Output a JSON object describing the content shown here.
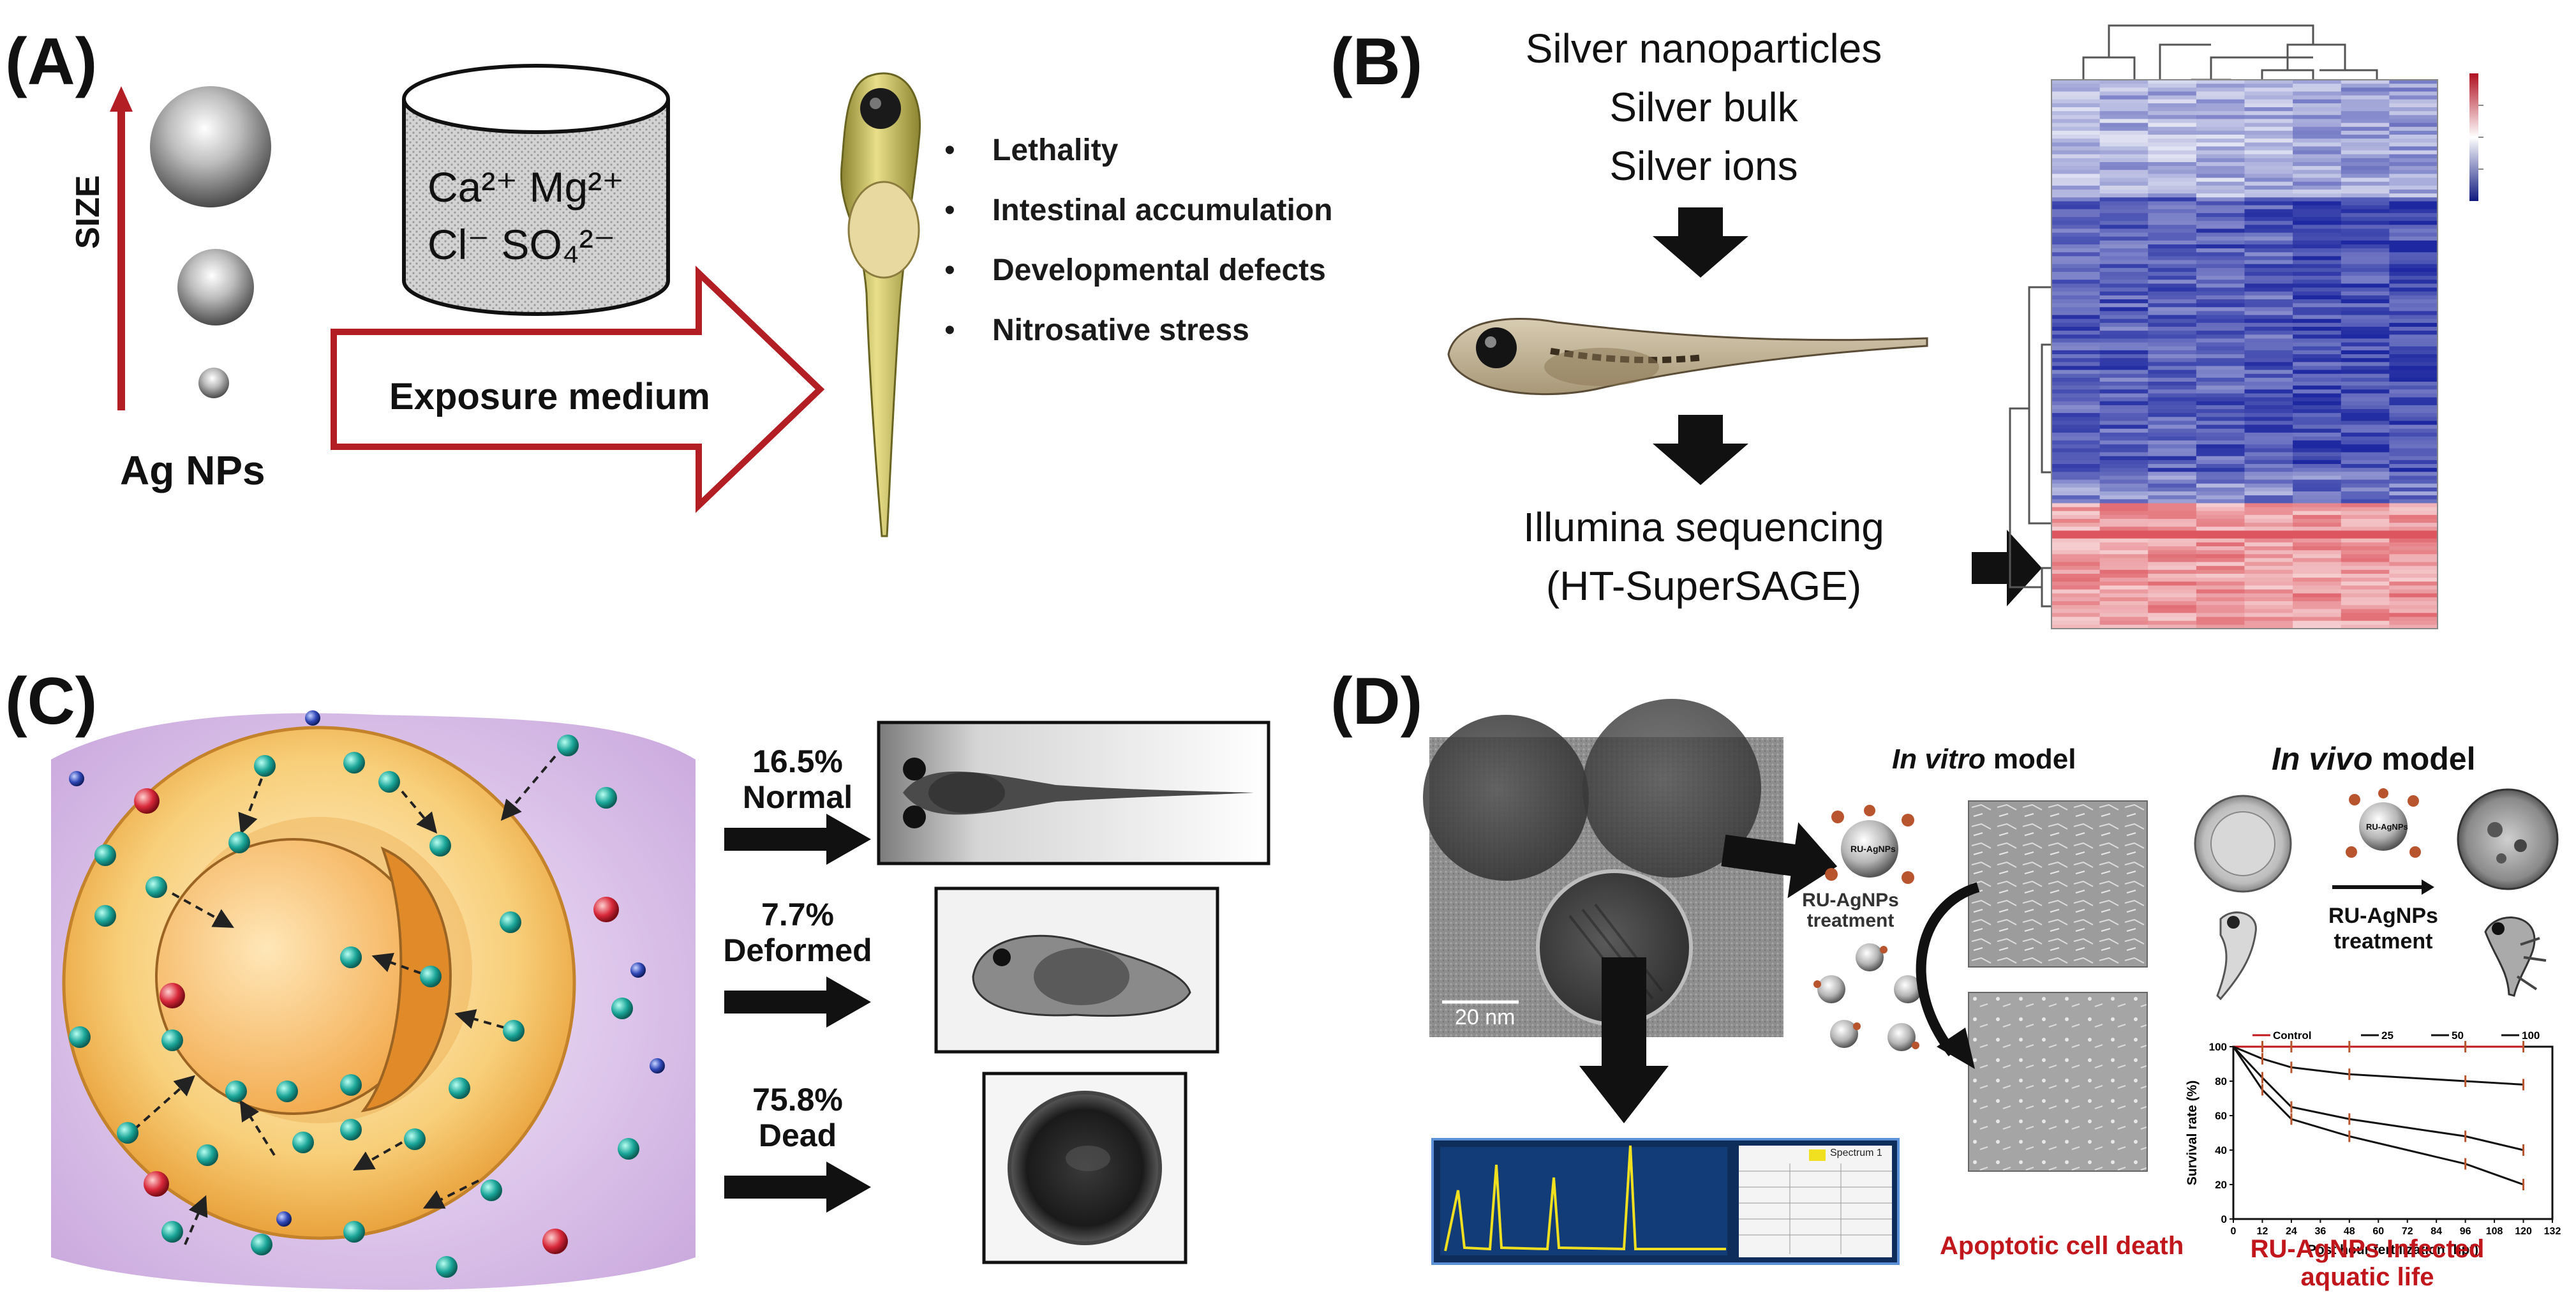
{
  "panels": {
    "a": {
      "label": "(A)",
      "size_label": "SIZE",
      "ions_line1": "Ca²⁺  Mg²⁺",
      "ions_line2": "Cl⁻  SO₄²⁻",
      "exposure_label": "Exposure medium",
      "ag_label": "Ag NPs",
      "effects": [
        "Lethality",
        "Intestinal accumulation",
        "Developmental defects",
        "Nitrosative stress"
      ]
    },
    "b": {
      "label": "(B)",
      "materials": [
        "Silver nanoparticles",
        "Silver bulk",
        "Silver ions"
      ],
      "sequencing_line1": "Illumina sequencing",
      "sequencing_line2": "(HT-SuperSAGE)"
    },
    "c": {
      "label": "(C)",
      "outcomes": [
        {
          "percent": "16.5%",
          "label": "Normal"
        },
        {
          "percent": "7.7%",
          "label": "Deformed"
        },
        {
          "percent": "75.8%",
          "label": "Dead"
        }
      ]
    },
    "d": {
      "label": "(D)",
      "in_vitro_italic": "In vitro",
      "in_vitro_rest": " model",
      "in_vivo_italic": "In vivo",
      "in_vivo_rest": " model",
      "treatment_line1": "RU-AgNPs",
      "treatment_line2": "treatment",
      "particle_label": "RU-AgNPs",
      "scale_bar": "20 nm",
      "apoptotic_label": "Apoptotic cell death",
      "infected_line1": "RU-AgNPs Infected",
      "infected_line2": "aquatic life",
      "spectrum_label": "Spectrum 1"
    }
  },
  "colors": {
    "dark_red": "#c0161c",
    "heatmap_blue": "#1f2fa0",
    "heatmap_red": "#d8283a",
    "cell_orange": "#f5b24a",
    "teal": "#1aa598",
    "membrane_lavender": "#dcc6ea"
  },
  "chart_data": {
    "type": "line",
    "xlabel": "Post hour fertilization (hpf)",
    "ylabel": "Survival rate (%)",
    "x_ticks": [
      "0",
      "12",
      "24",
      "36",
      "48",
      "60",
      "72",
      "84",
      "96",
      "108",
      "120",
      "132"
    ],
    "y_ticks": [
      "0",
      "20",
      "40",
      "60",
      "80",
      "100"
    ],
    "xlim": [
      0,
      132
    ],
    "ylim": [
      0,
      100
    ],
    "legend": [
      "Control",
      "25",
      "50",
      "100"
    ],
    "legend_position": "top",
    "x": [
      0,
      12,
      24,
      48,
      96,
      120
    ],
    "series": [
      {
        "name": "Control",
        "values": [
          100,
          100,
          100,
          100,
          100,
          100
        ]
      },
      {
        "name": "25",
        "values": [
          100,
          93,
          88,
          84,
          80,
          78
        ]
      },
      {
        "name": "50",
        "values": [
          100,
          82,
          65,
          58,
          48,
          40
        ]
      },
      {
        "name": "100",
        "values": [
          100,
          75,
          58,
          48,
          32,
          20
        ]
      }
    ]
  }
}
